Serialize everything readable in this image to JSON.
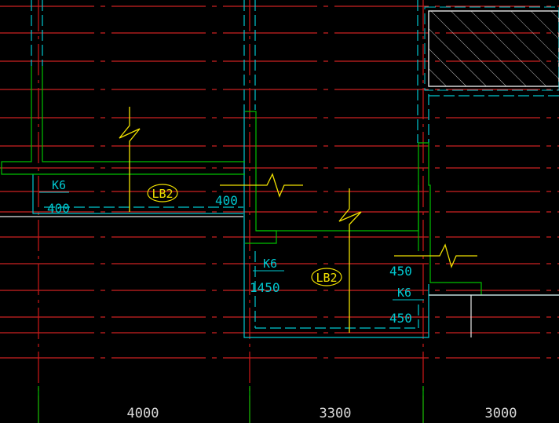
{
  "colors": {
    "background": "#000000",
    "axis_grid": "#ff2a2a",
    "axis_center": "#d01818",
    "wall_outline": "#00c000",
    "beam_outline": "#00c8d0",
    "dashed": "#00c8d0",
    "rebar": "#f0e000",
    "white_line": "#e8e8e8",
    "label_text": "#00c8d0",
    "dim_text": "#d8d8d8",
    "hatch": "#c0c0c0"
  },
  "labels": {
    "slab_left": "LB2",
    "slab_mid": "LB2",
    "k6_a": "K6",
    "k6_b": "K6",
    "k6_c": "K6",
    "val_400_a": "400",
    "val_400_b": "400",
    "val_450_a": "1450",
    "val_450_b": "450",
    "val_450_c": "450"
  },
  "dimensions": [
    "4000",
    "3300",
    "3000"
  ]
}
